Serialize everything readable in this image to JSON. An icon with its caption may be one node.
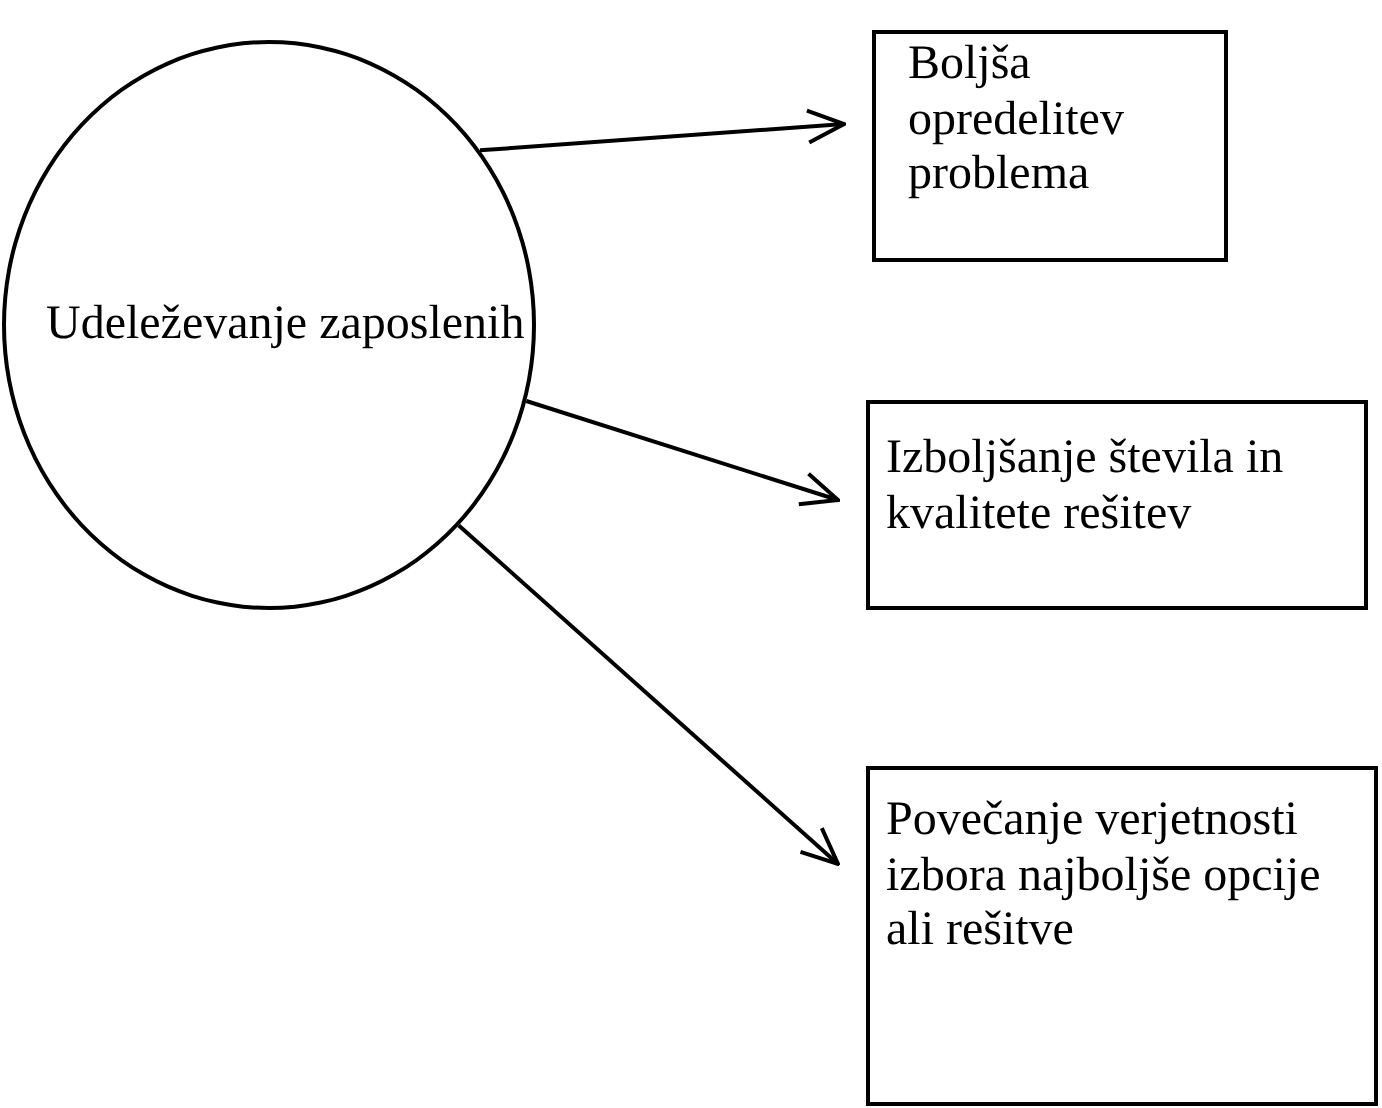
{
  "diagram": {
    "nodes": [
      {
        "text": [
          "Udeleževanje zaposlenih"
        ]
      },
      {
        "text": [
          "Boljša opredelitev problema"
        ]
      },
      {
        "text": [
          "Izboljšanje števila in kvalitete rešitev"
        ]
      },
      {
        "text": [
          "Povečanje verjetnosti izbora najboljše opcije ali rešitve"
        ]
      }
    ],
    "edges": [
      {
        "from": 0,
        "to": 1,
        "arrow": "to"
      },
      {
        "from": 0,
        "to": 2,
        "arrow": "to"
      },
      {
        "from": 0,
        "to": 3,
        "arrow": "to"
      }
    ]
  }
}
